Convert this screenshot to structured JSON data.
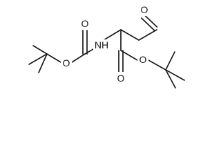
{
  "molecule": {
    "atoms": [
      {
        "id": "O_ald",
        "label": "O"
      },
      {
        "id": "O_boc_carbonyl",
        "label": "O"
      },
      {
        "id": "O_boc_ether",
        "label": "O"
      },
      {
        "id": "N_amide",
        "label": "NH"
      },
      {
        "id": "O_ester_ether",
        "label": "O"
      },
      {
        "id": "O_ester_carbonyl",
        "label": "O"
      }
    ],
    "colors": {
      "bond": "#1a1a1a",
      "background": "#ffffff"
    }
  }
}
